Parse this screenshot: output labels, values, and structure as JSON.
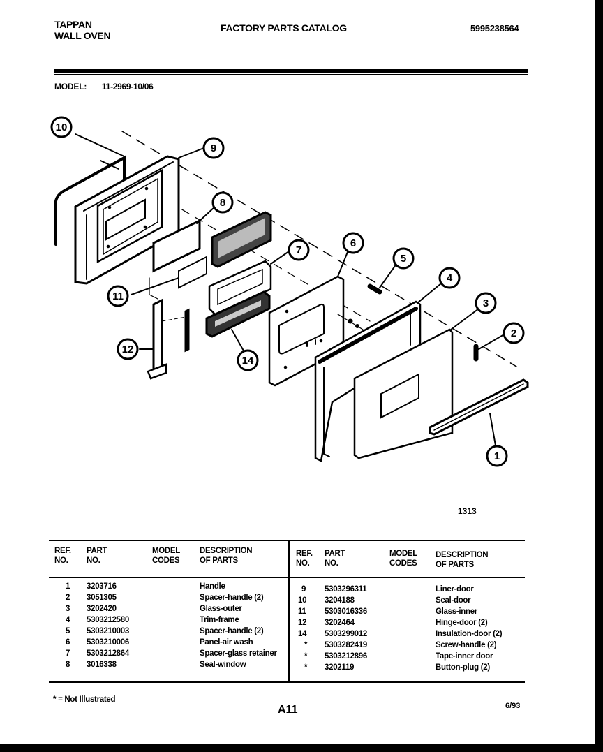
{
  "header": {
    "brand": "TAPPAN",
    "product": "WALL OVEN",
    "title": "FACTORY PARTS CATALOG",
    "catalog_number": "5995238564"
  },
  "model": {
    "label": "MODEL:",
    "value": "11-2969-10/06"
  },
  "diagram": {
    "figure_number": "1313",
    "callouts": [
      "1",
      "2",
      "3",
      "4",
      "5",
      "6",
      "7",
      "8",
      "9",
      "10",
      "11",
      "12",
      "14"
    ]
  },
  "table": {
    "columns": {
      "ref_no": [
        "REF.",
        "NO."
      ],
      "part_no": [
        "PART",
        "NO."
      ],
      "model_codes": [
        "MODEL",
        "CODES"
      ],
      "description": [
        "DESCRIPTION",
        "OF PARTS"
      ]
    },
    "left_rows": [
      {
        "ref": "1",
        "part": "3203716",
        "desc": "Handle"
      },
      {
        "ref": "2",
        "part": "3051305",
        "desc": "Spacer-handle (2)"
      },
      {
        "ref": "3",
        "part": "3202420",
        "desc": "Glass-outer"
      },
      {
        "ref": "4",
        "part": "5303212580",
        "desc": "Trim-frame"
      },
      {
        "ref": "5",
        "part": "5303210003",
        "desc": "Spacer-handle (2)"
      },
      {
        "ref": "6",
        "part": "5303210006",
        "desc": "Panel-air wash"
      },
      {
        "ref": "7",
        "part": "5303212864",
        "desc": "Spacer-glass retainer"
      },
      {
        "ref": "8",
        "part": "3016338",
        "desc": "Seal-window"
      }
    ],
    "right_rows": [
      {
        "ref": "9",
        "part": "5303296311",
        "desc": "Liner-door"
      },
      {
        "ref": "10",
        "part": "3204188",
        "desc": "Seal-door"
      },
      {
        "ref": "11",
        "part": "5303016336",
        "desc": "Glass-inner"
      },
      {
        "ref": "12",
        "part": "3202464",
        "desc": "Hinge-door (2)"
      },
      {
        "ref": "14",
        "part": "5303299012",
        "desc": "Insulation-door (2)"
      },
      {
        "ref": "*",
        "part": "5303282419",
        "desc": "Screw-handle (2)"
      },
      {
        "ref": "*",
        "part": "5303212896",
        "desc": "Tape-inner door"
      },
      {
        "ref": "*",
        "part": "3202119",
        "desc": "Button-plug (2)"
      }
    ]
  },
  "footer": {
    "footnote": "* = Not Illustrated",
    "page_code": "A11",
    "date": "6/93"
  }
}
